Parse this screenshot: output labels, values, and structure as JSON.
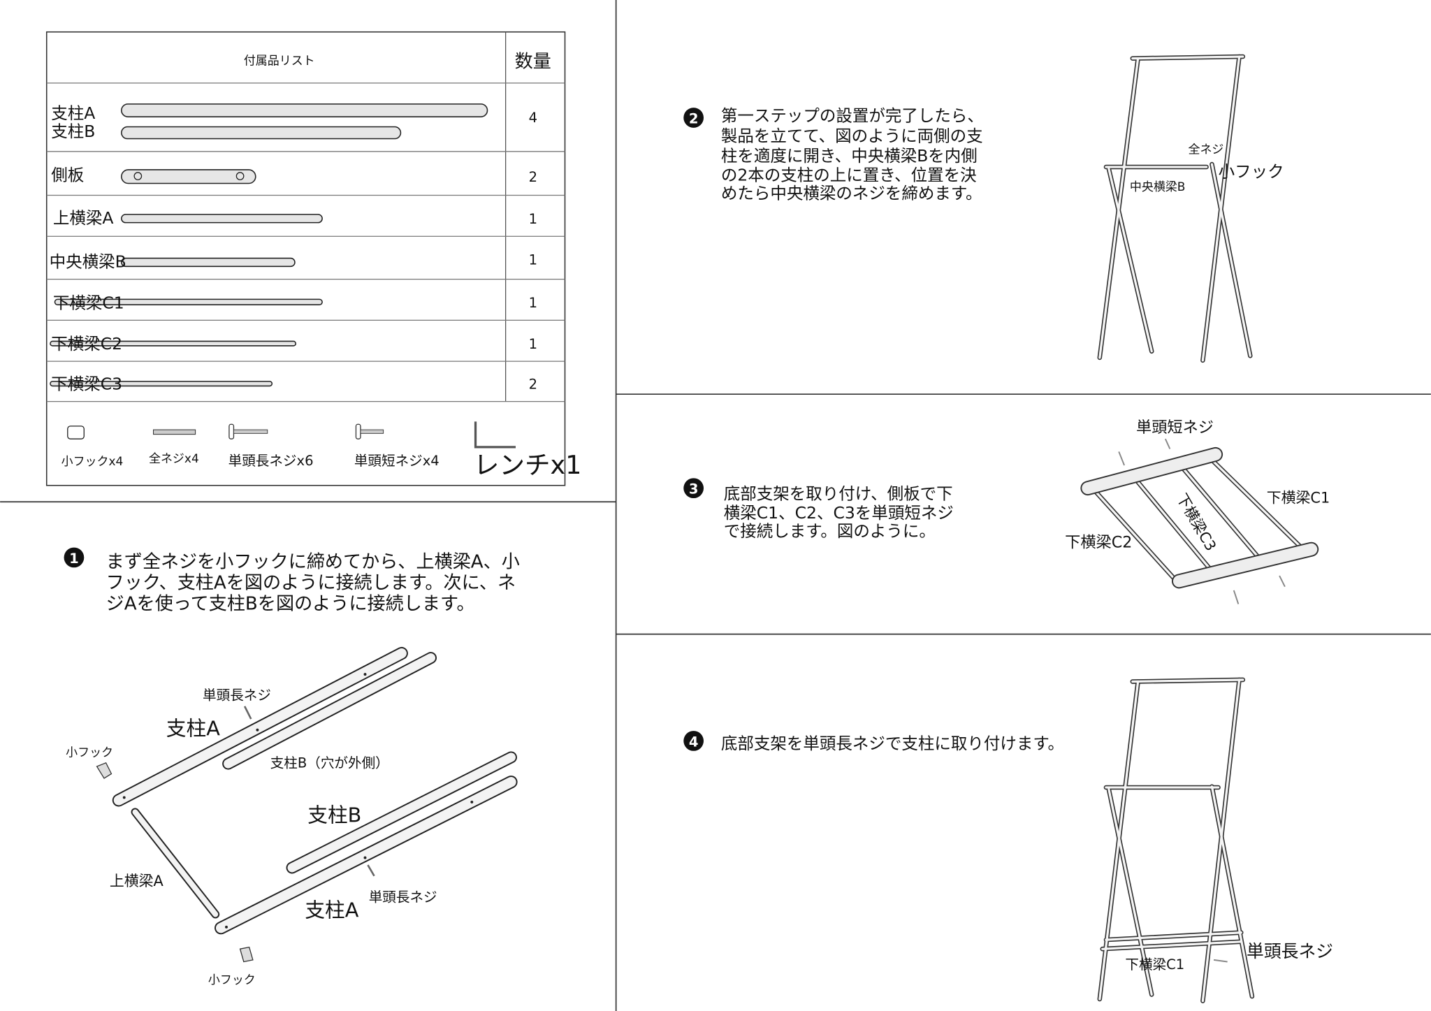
{
  "parts_table": {
    "header_title": "付属品リスト",
    "header_qty": "数量",
    "rows": [
      {
        "label": "支柱A",
        "label2": "支柱B",
        "qty": "4"
      },
      {
        "label": "側板",
        "qty": "2"
      },
      {
        "label": "上横梁A",
        "qty": "1"
      },
      {
        "label": "中央横梁B",
        "qty": "1"
      },
      {
        "label": "下横梁C1",
        "qty": "1"
      },
      {
        "label": "下横梁C2",
        "qty": "1"
      },
      {
        "label": "下横梁C3",
        "qty": "2"
      }
    ],
    "hardware": [
      {
        "label": "小フックx4"
      },
      {
        "label": "全ネジx4"
      },
      {
        "label": "単頭長ネジx6"
      },
      {
        "label": "単頭短ネジx4"
      },
      {
        "label": "レンチx1"
      }
    ]
  },
  "step1": {
    "number": "1",
    "lines": [
      "まず全ネジを小フックに締めてから、上横梁A、小",
      "フック、支柱Aを図のように接続します。次に、ネ",
      "ジAを使って支柱Bを図のように接続します。"
    ],
    "labels": {
      "screw_long_1": "単頭長ネジ",
      "post_a_1": "支柱A",
      "hook_1": "小フック",
      "post_b_note": "支柱B（穴が外側）",
      "post_b": "支柱B",
      "beam_a": "上横梁A",
      "screw_long_2": "単頭長ネジ",
      "post_a_2": "支柱A",
      "hook_2": "小フック"
    }
  },
  "step2": {
    "number": "2",
    "lines": [
      "第一ステップの設置が完了したら、",
      "製品を立てて、図のように両側の支",
      "柱を適度に開き、中央横梁Bを内側",
      "の2本の支柱の上に置き、位置を決",
      "めたら中央横梁のネジを締めます。"
    ],
    "labels": {
      "full_screw": "全ネジ",
      "hook": "小フック",
      "beam_b": "中央横梁B"
    }
  },
  "step3": {
    "number": "3",
    "lines": [
      "底部支架を取り付け、側板で下",
      "横梁C1、C2、C3を単頭短ネジ",
      "で接続します。図のように。"
    ],
    "labels": {
      "screw_short": "単頭短ネジ",
      "c1": "下横梁C1",
      "c2": "下横梁C2",
      "c3": "下横梁C3"
    }
  },
  "step4": {
    "number": "4",
    "lines": [
      "底部支架を単頭長ネジで支柱に取り付けます。"
    ],
    "labels": {
      "screw_long": "単頭長ネジ",
      "c1": "下横梁C1"
    }
  }
}
